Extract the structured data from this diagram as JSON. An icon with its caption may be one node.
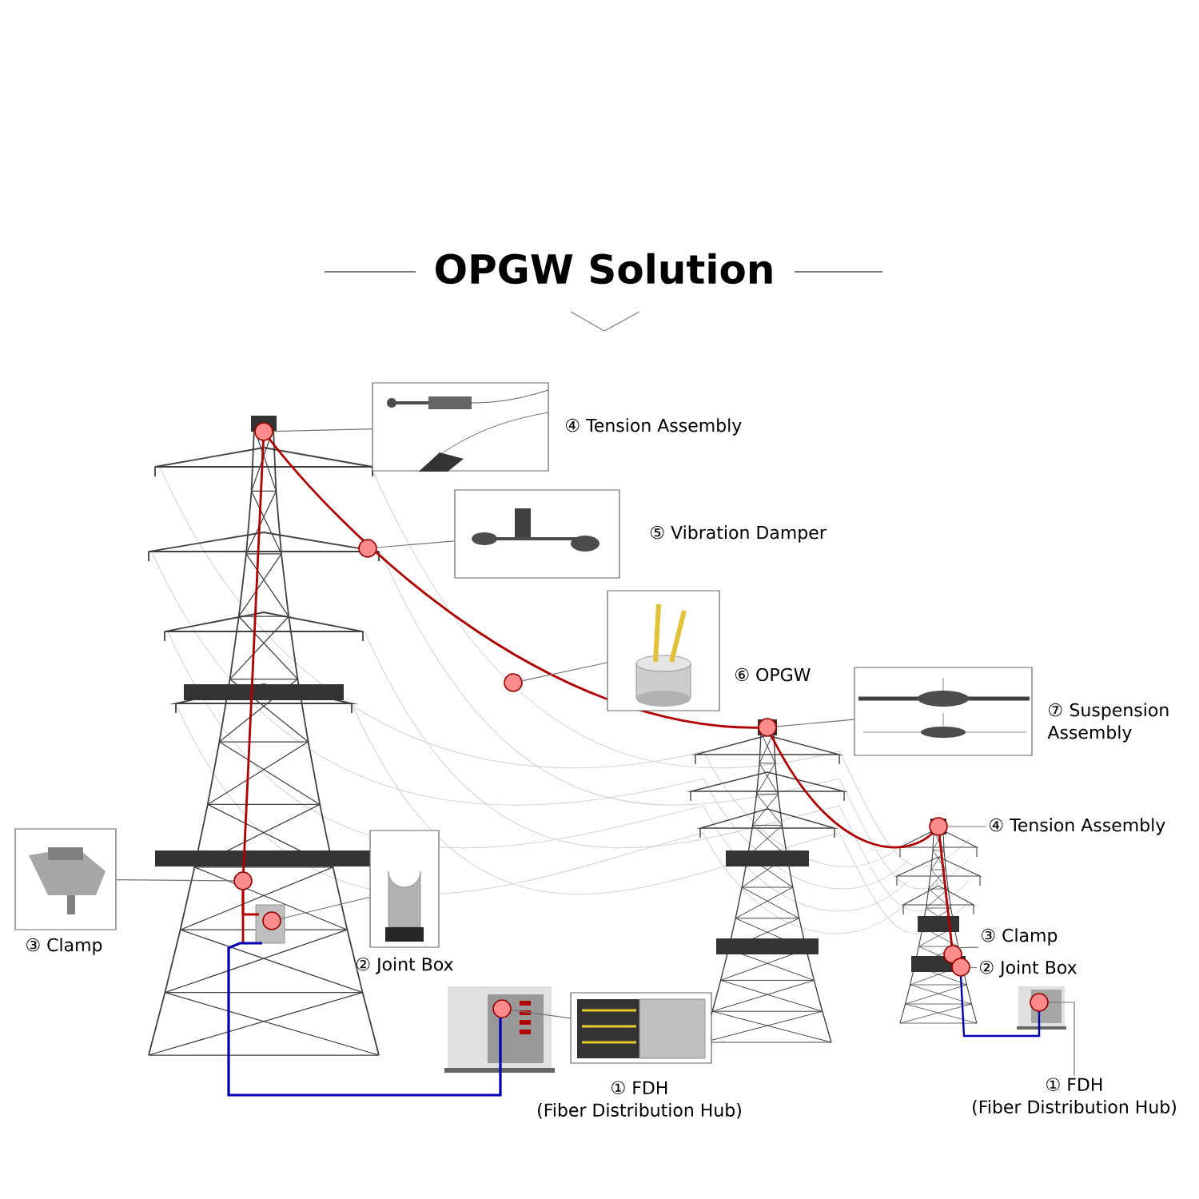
{
  "diagram": {
    "title": "OPGW Solution",
    "nodes": [
      {
        "text": [
          "④ Tension Assembly"
        ]
      },
      {
        "text": [
          "⑤ Vibration Damper"
        ]
      },
      {
        "text": [
          "⑥ OPGW"
        ]
      },
      {
        "text": [
          "⑦ Suspension Assembly"
        ]
      },
      {
        "text": [
          "③ Clamp"
        ]
      },
      {
        "text": [
          "② Joint Box"
        ]
      },
      {
        "text": [
          "① FDH",
          "(Fiber Distribution Hub)"
        ]
      },
      {
        "text": [],
        "shape": "circle"
      },
      {
        "text": [],
        "shape": "circle"
      },
      {
        "text": [],
        "shape": "circle"
      },
      {
        "text": [],
        "shape": "circle"
      },
      {
        "text": [],
        "shape": "circle"
      },
      {
        "text": [],
        "shape": "circle"
      },
      {
        "text": [],
        "shape": "circle"
      },
      {
        "text": [],
        "shape": "circle"
      },
      {
        "text": [],
        "shape": "circle"
      },
      {
        "text": [],
        "shape": "circle"
      },
      {
        "text": [],
        "shape": "circle"
      },
      {
        "text": [
          "④ Tension Assembly"
        ]
      },
      {
        "text": [
          "③ Clamp"
        ]
      },
      {
        "text": [
          "② Joint Box"
        ]
      },
      {
        "text": [
          "① FDH",
          "(Fiber Distribution Hub)"
        ]
      }
    ],
    "edges": [
      {
        "from": 7,
        "to": 0,
        "arrow": "none"
      },
      {
        "from": 8,
        "to": 1,
        "arrow": "none"
      },
      {
        "from": 9,
        "to": 2,
        "arrow": "none"
      },
      {
        "from": 10,
        "to": 3,
        "arrow": "none"
      },
      {
        "from": 11,
        "to": 4,
        "arrow": "none"
      },
      {
        "from": 12,
        "to": 5,
        "arrow": "none"
      },
      {
        "from": 13,
        "to": 6,
        "arrow": "none"
      },
      {
        "from": 14,
        "to": 18,
        "arrow": "none"
      },
      {
        "from": 15,
        "to": 19,
        "arrow": "none"
      },
      {
        "from": 16,
        "to": 20,
        "arrow": "none"
      },
      {
        "from": 17,
        "to": 21,
        "arrow": "none"
      }
    ]
  }
}
